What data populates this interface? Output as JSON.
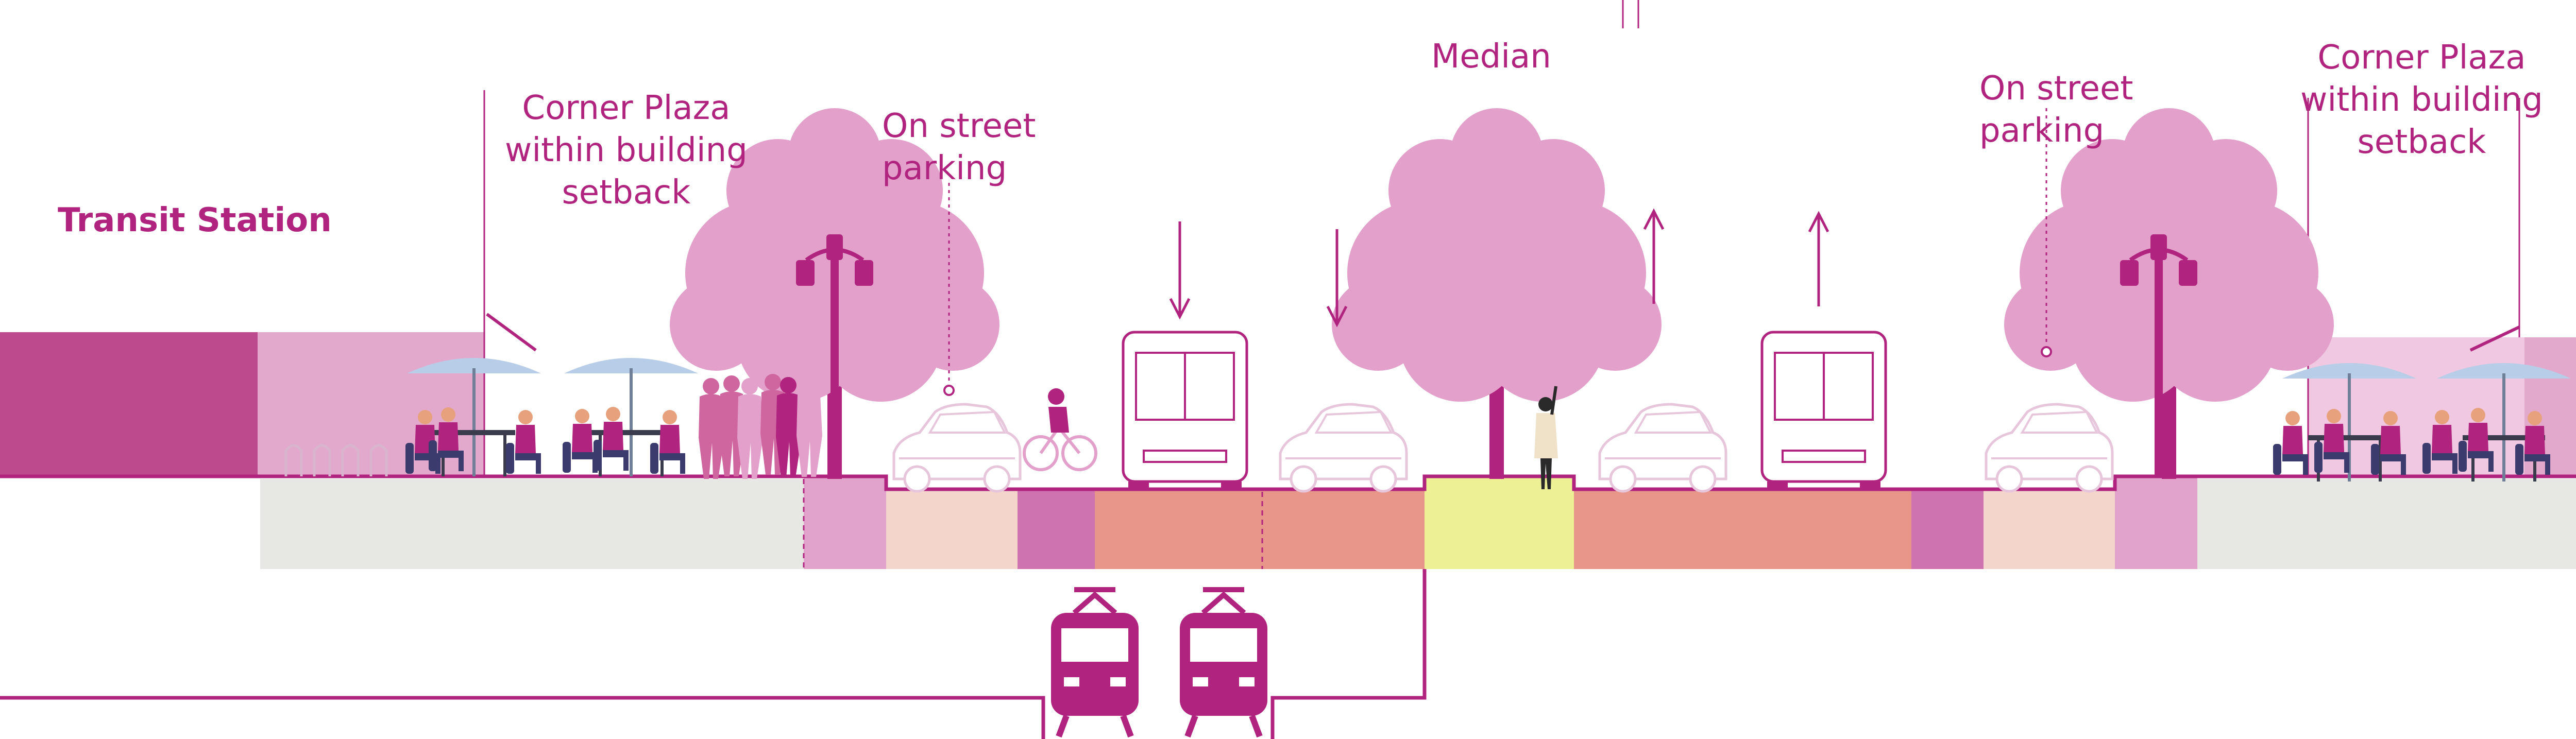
{
  "labels": {
    "transit_station": "Transit Station",
    "corner_plaza_left": [
      "Corner Plaza",
      "within building",
      "setback"
    ],
    "on_street_parking_left": [
      "On street",
      "parking"
    ],
    "median": "Median",
    "on_street_parking_right": [
      "On street",
      "parking"
    ],
    "corner_plaza_right": [
      "Corner Plaza",
      "within building",
      "setback"
    ]
  },
  "colors": {
    "accent": "#b0237e",
    "building_dark": "#be4a8e",
    "building_light": "#e3a9cd",
    "sidewalk_grey": "#e7e7e3",
    "tree_pink": "#e2a0cb",
    "transit_lane": "#e8958a",
    "parking_lane": "#f4d5cc",
    "bike_lane": "#cf73b0",
    "median": "#eef095",
    "curb_zone": "#e1a3cb"
  },
  "icons": [
    "tree-icon",
    "street-lamp-icon",
    "bus-icon",
    "car-icon",
    "train-icon",
    "cafe-umbrella-icon",
    "cyclist-icon",
    "pedestrian-icon",
    "bike-rack-icon",
    "direction-arrow-icon"
  ]
}
